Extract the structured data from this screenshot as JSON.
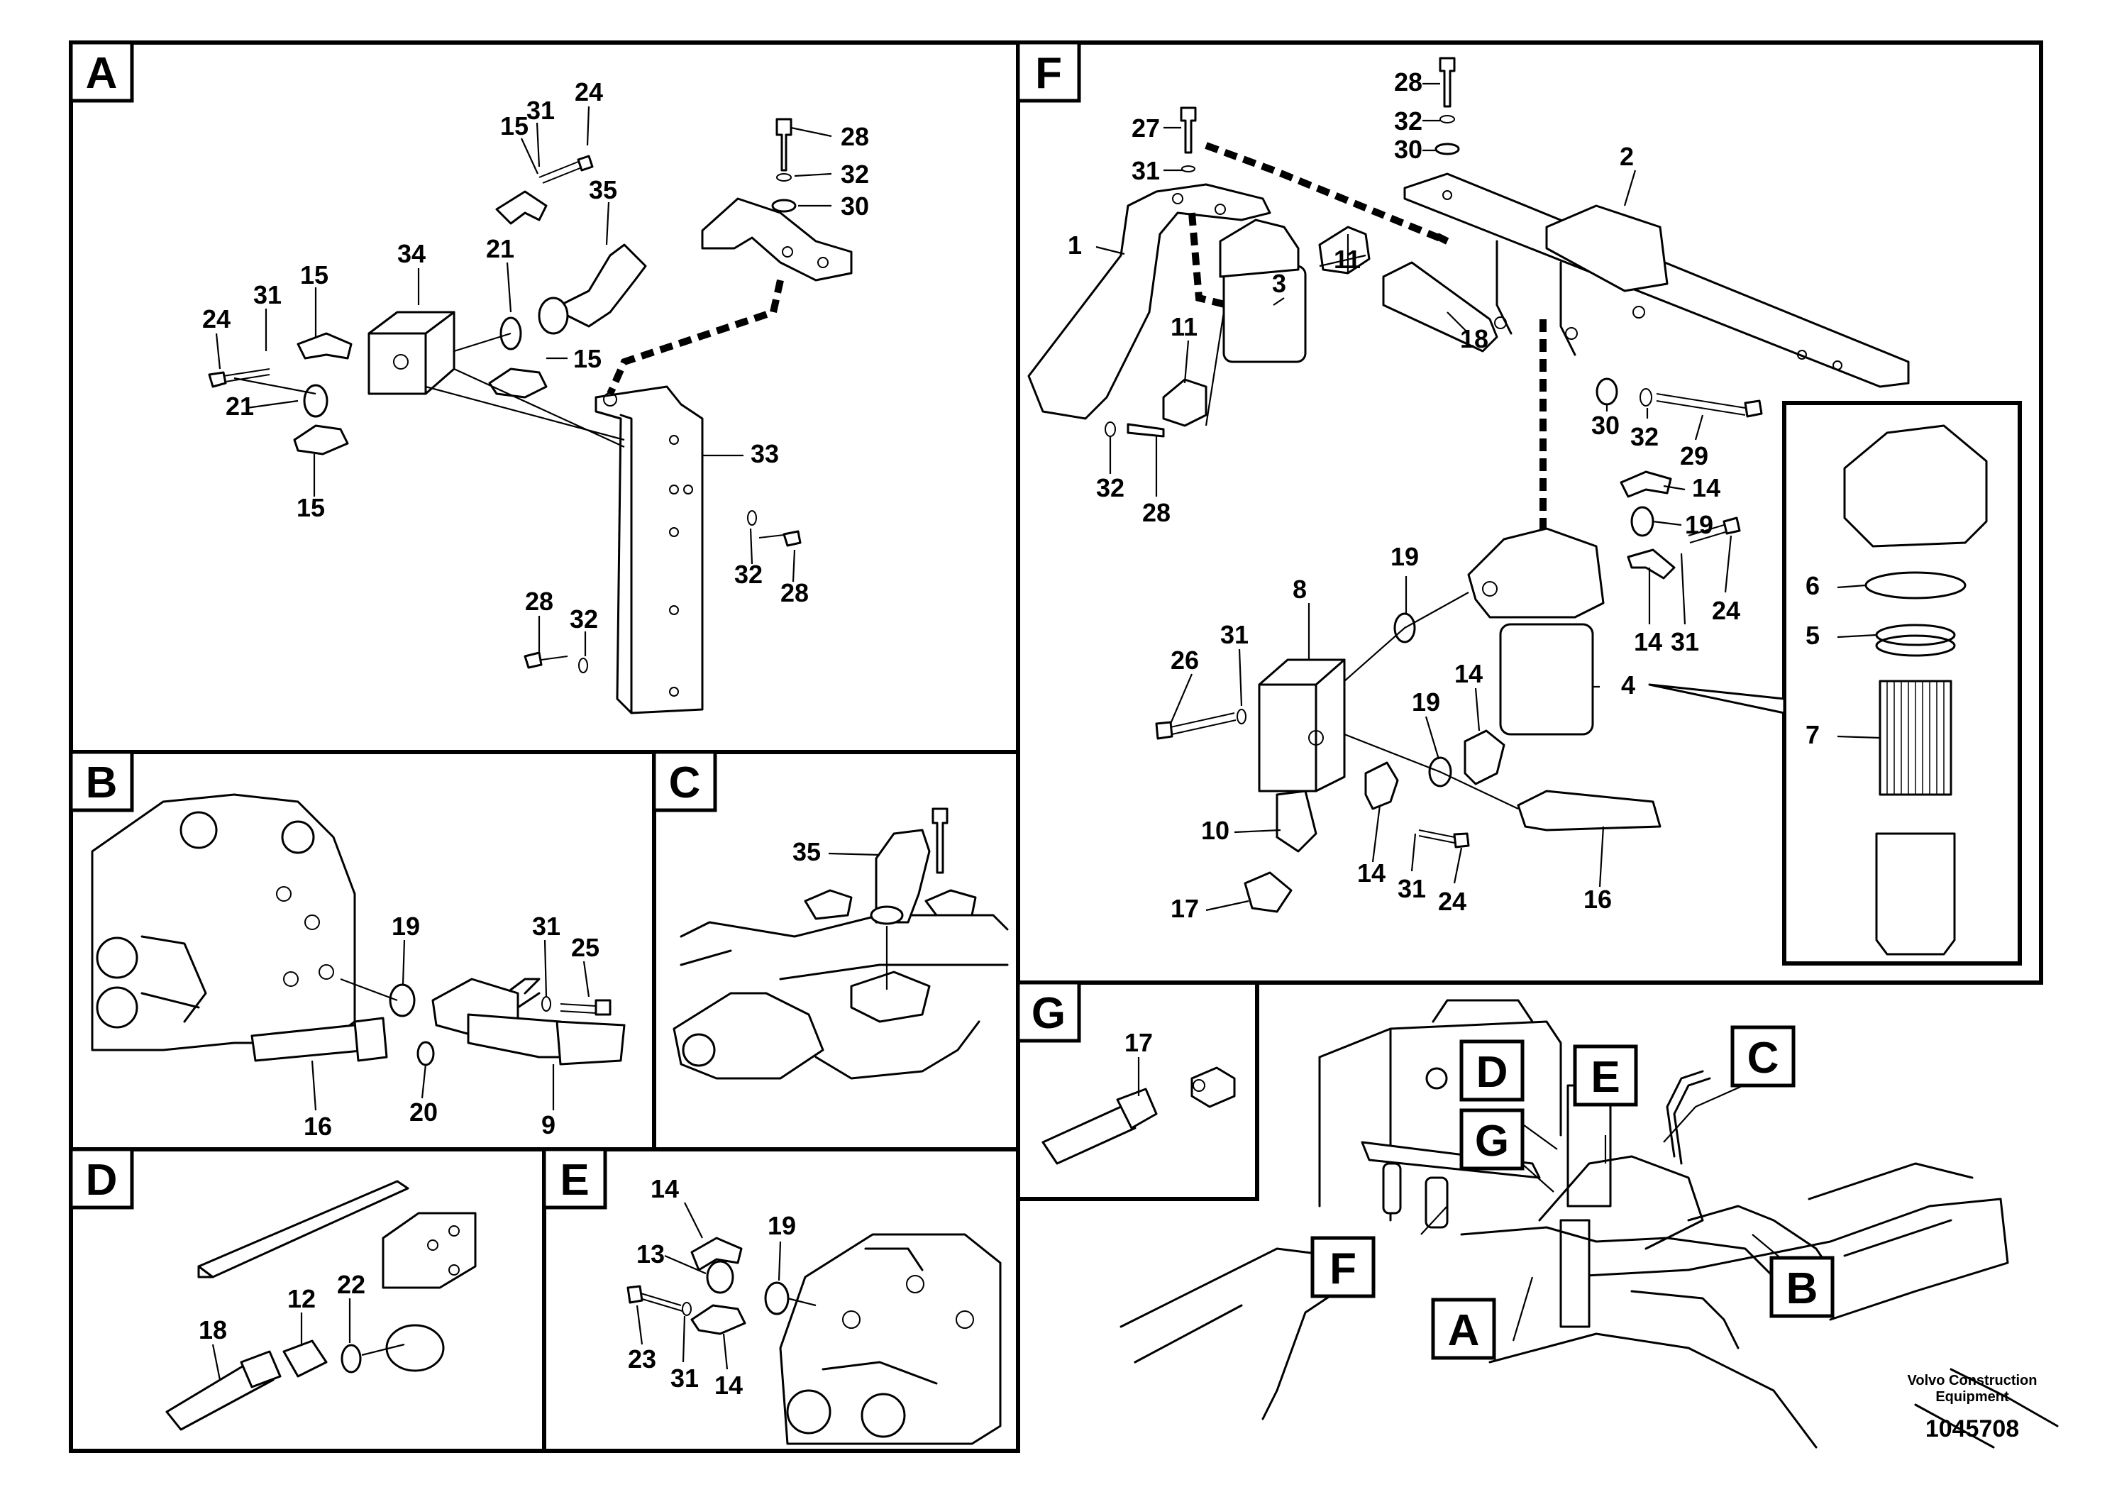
{
  "panels": {
    "a": {
      "letter": "A",
      "labels": [
        "15",
        "31",
        "24",
        "35",
        "28",
        "32",
        "30",
        "34",
        "21",
        "24",
        "31",
        "15",
        "15",
        "21",
        "15",
        "33",
        "32",
        "28",
        "28",
        "32"
      ]
    },
    "b": {
      "letter": "B",
      "labels": [
        "19",
        "31",
        "25",
        "16",
        "20",
        "9"
      ]
    },
    "c": {
      "letter": "C",
      "labels": [
        "35"
      ]
    },
    "d": {
      "letter": "D",
      "labels": [
        "18",
        "12",
        "22"
      ]
    },
    "e": {
      "letter": "E",
      "labels": [
        "14",
        "19",
        "13",
        "23",
        "31",
        "14"
      ]
    },
    "f": {
      "letter": "F",
      "labels": [
        "28",
        "32",
        "30",
        "2",
        "27",
        "31",
        "1",
        "3",
        "11",
        "11",
        "18",
        "32",
        "28",
        "30",
        "32",
        "29",
        "14",
        "19",
        "19",
        "14",
        "31",
        "24",
        "8",
        "31",
        "26",
        "14",
        "19",
        "4",
        "10",
        "14",
        "31",
        "24",
        "16",
        "17",
        "6",
        "5",
        "7"
      ]
    },
    "g": {
      "letter": "G",
      "labels": [
        "17"
      ]
    }
  },
  "overview": {
    "tags": [
      "D",
      "E",
      "C",
      "G",
      "F",
      "A",
      "B"
    ]
  },
  "footer": {
    "brand_line1": "Volvo Construction",
    "brand_line2": "Equipment",
    "drawing_number": "1045708"
  }
}
